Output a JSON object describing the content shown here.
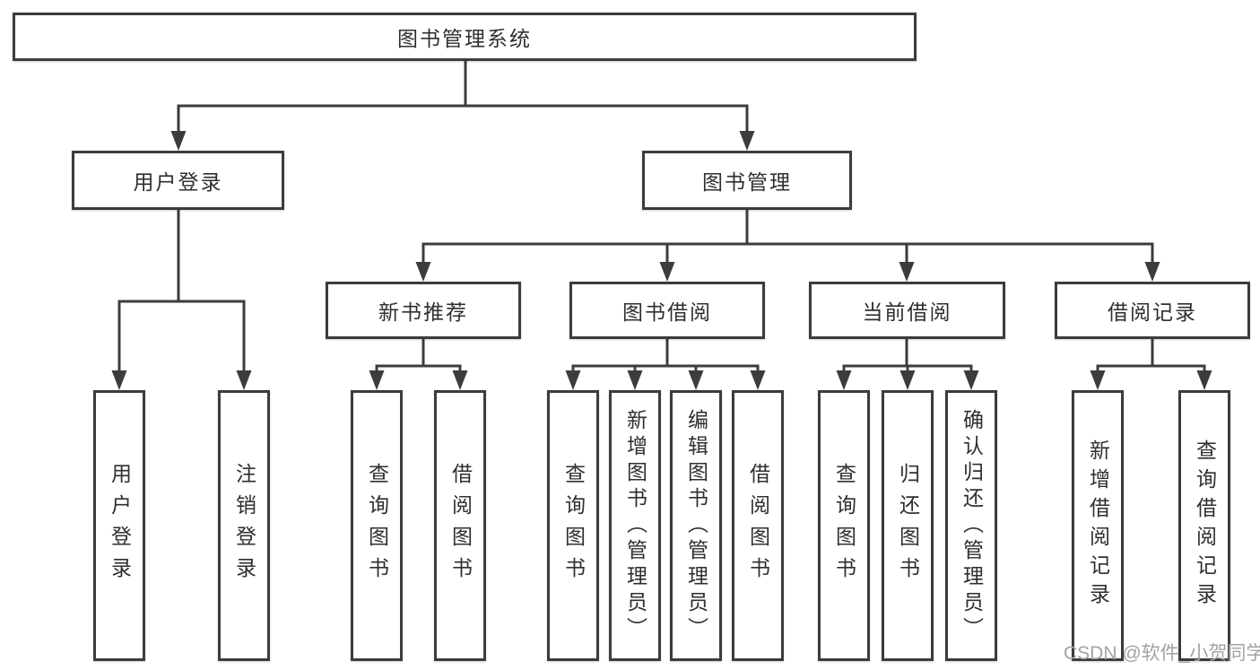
{
  "tree": {
    "label": "图书管理系统",
    "children": [
      {
        "label": "用户登录",
        "children": [
          {
            "label": "用户登录"
          },
          {
            "label": "注销登录"
          }
        ]
      },
      {
        "label": "图书管理",
        "children": [
          {
            "label": "新书推荐",
            "children": [
              {
                "label": "查询图书"
              },
              {
                "label": "借阅图书"
              }
            ]
          },
          {
            "label": "图书借阅",
            "children": [
              {
                "label": "查询图书"
              },
              {
                "label": "新增图书（管理员）"
              },
              {
                "label": "编辑图书（管理员）"
              },
              {
                "label": "借阅图书"
              }
            ]
          },
          {
            "label": "当前借阅",
            "children": [
              {
                "label": "查询图书"
              },
              {
                "label": "归还图书"
              },
              {
                "label": "确认归还（管理员）"
              }
            ]
          },
          {
            "label": "借阅记录",
            "children": [
              {
                "label": "新增借阅记录"
              },
              {
                "label": "查询借阅记录"
              }
            ]
          }
        ]
      }
    ]
  },
  "watermark": {
    "text": "CSDN @软件_小贺同学"
  },
  "colors": {
    "line": "#3c3c3c",
    "box_border": "#3c3c3c",
    "box_fill": "#ffffff",
    "text": "#2f2f2f",
    "watermark": "#a3a3a3",
    "background": "#ffffff"
  }
}
